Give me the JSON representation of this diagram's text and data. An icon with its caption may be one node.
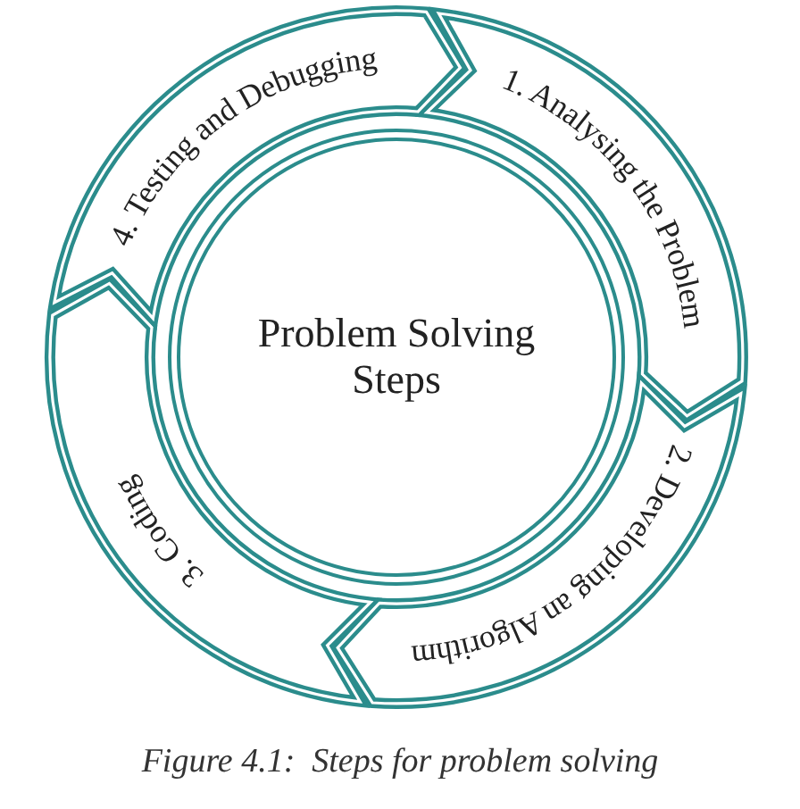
{
  "diagram": {
    "caption": "Figure 4.1:  Steps for problem solving",
    "nodes": [
      {
        "text": [
          "Problem Solving Steps"
        ]
      },
      {
        "text": [
          "1. Analysing the Problem"
        ]
      },
      {
        "text": [
          "2. Developing an Algorithm"
        ]
      },
      {
        "text": [
          "3. Coding"
        ]
      },
      {
        "text": [
          "4. Testing and Debugging"
        ]
      }
    ]
  }
}
